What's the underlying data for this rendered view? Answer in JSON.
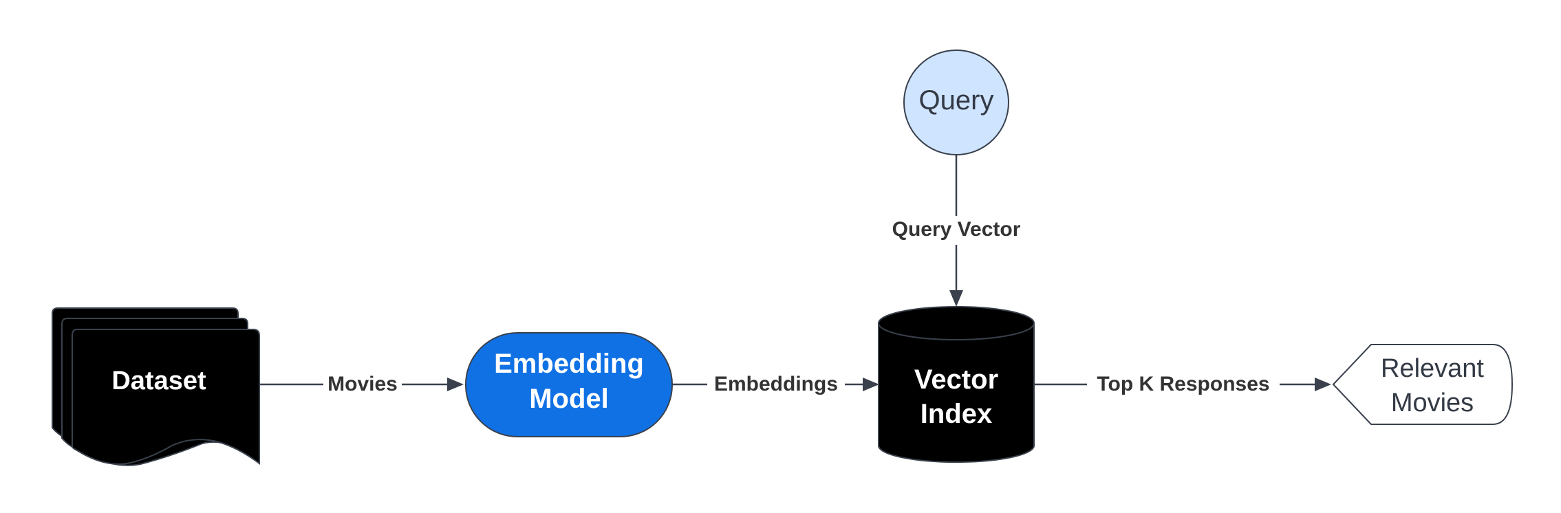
{
  "nodes": {
    "dataset": {
      "label": "Dataset"
    },
    "embedding_model": {
      "line1": "Embedding",
      "line2": "Model"
    },
    "vector_index": {
      "line1": "Vector",
      "line2": "Index"
    },
    "query": {
      "label": "Query"
    },
    "relevant_movies": {
      "line1": "Relevant",
      "line2": "Movies"
    }
  },
  "edges": {
    "dataset_to_embedding": "Movies",
    "embedding_to_index": "Embeddings",
    "query_to_index": "Query Vector",
    "index_to_results": "Top K Responses"
  },
  "colors": {
    "dataset_fill": "#000000",
    "embedding_fill": "#1071e5",
    "index_fill": "#000000",
    "query_fill": "#cfe4ff",
    "results_fill": "#ffffff",
    "edge": "#3a414d"
  }
}
